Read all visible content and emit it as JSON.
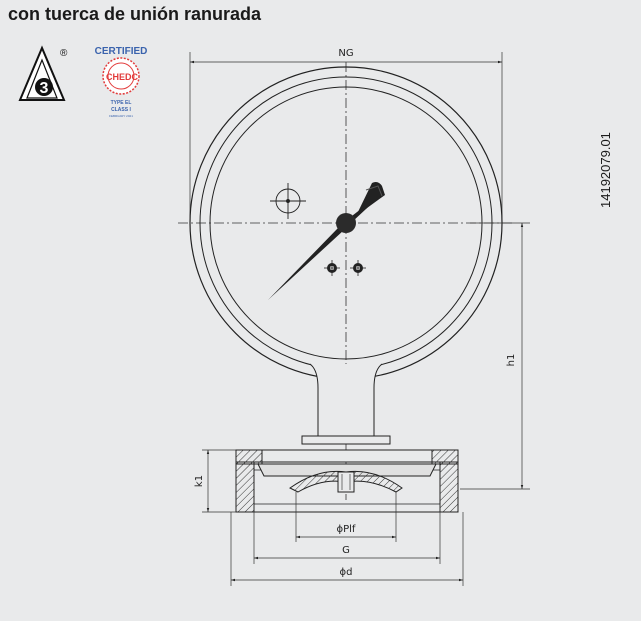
{
  "title": "con tuerca de unión ranurada",
  "drawing_number": "14192079.01",
  "logos": {
    "a3_mark": "3",
    "a3_registered": "®",
    "certified_top": "CERTIFIED",
    "certified_brand": "CHEDC",
    "certified_type": "TYPE EL",
    "certified_class": "CLASS I",
    "certified_small": "FEBRUARY 2021"
  },
  "dimensions": {
    "ng": "NG",
    "h1": "h1",
    "k1": "k1",
    "plf": "ϕPlf",
    "g": "G",
    "d": "ϕd"
  }
}
